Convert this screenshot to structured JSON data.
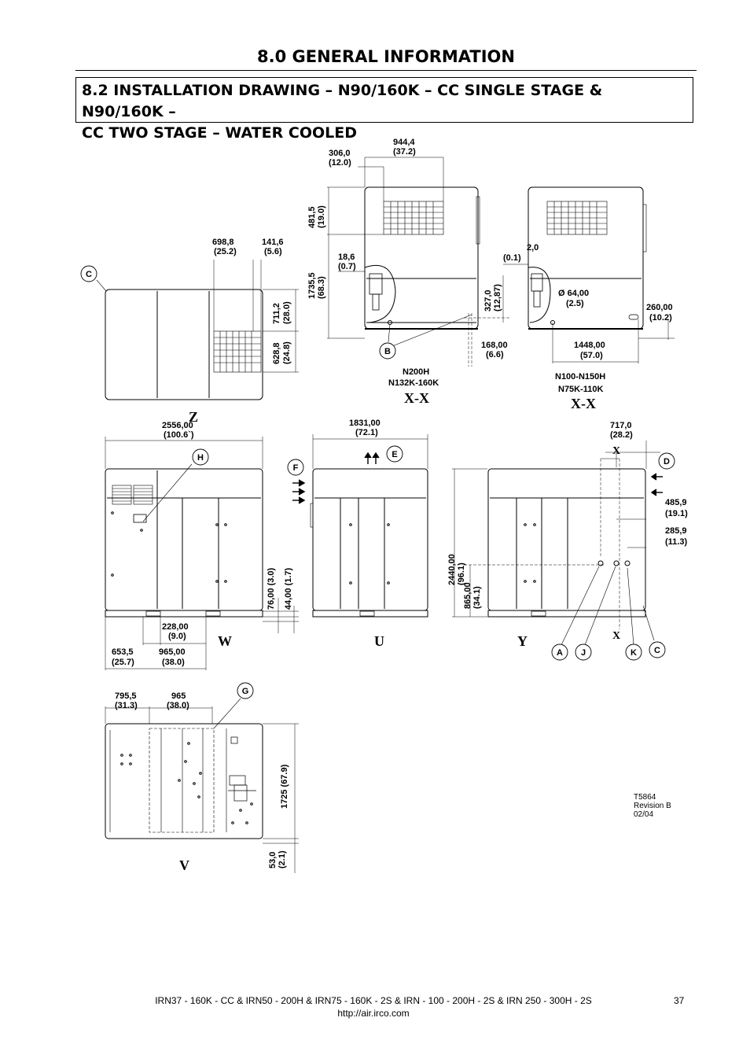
{
  "header": {
    "section_title": "8.0 GENERAL INFORMATION",
    "subsection_title_line1": "8.2 INSTALLATION DRAWING – N90/160K – CC SINGLE STAGE & N90/160K –",
    "subsection_title_line2": "CC TWO STAGE – WATER COOLED"
  },
  "drawing": {
    "view_labels": {
      "z": "Z",
      "xx1": "X-X",
      "xx2": "X-X",
      "w": "W",
      "u": "U",
      "y": "Y",
      "v": "V",
      "x_top": "X",
      "x_bottom": "X"
    },
    "callouts": {
      "a": "A",
      "b": "B",
      "c_top": "C",
      "c_right": "C",
      "d": "D",
      "e": "E",
      "f": "F",
      "g": "G",
      "h": "H",
      "j": "J",
      "k": "K"
    },
    "models": {
      "left_1": "N200H",
      "left_2": "N132K-160K",
      "right_1": "N100-N150H",
      "right_2": "N75K-110K"
    },
    "dims": {
      "d944_1": "944,4",
      "d944_2": "(37.2)",
      "d306_1": "306,0",
      "d306_2": "(12.0)",
      "d481": "481,5",
      "d481b": "(19.0)",
      "d1735": "1735,5",
      "d1735b": "(68.3)",
      "d18_1": "18,6",
      "d18_2": "(0.7)",
      "d327": "327,0",
      "d327b": "(12,87)",
      "d168_1": "168,00",
      "d168_2": "(6.6)",
      "d2_1": "2,0",
      "d2_2": "(0.1)",
      "d64_1": "Ø 64,00",
      "d64_2": "(2.5)",
      "d260_1": "260,00",
      "d260_2": "(10.2)",
      "d1448_1": "1448,00",
      "d1448_2": "(57.0)",
      "d698_1": "698,8",
      "d698_2": "(25.2)",
      "d141_1": "141,6",
      "d141_2": "(5.6)",
      "d711": "711,2",
      "d711b": "(28.0)",
      "d628": "628,8",
      "d628b": "(24.8)",
      "d2556_1": "2556,00",
      "d2556_2": "(100.6`)",
      "d1831_1": "1831,00",
      "d1831_2": "(72.1)",
      "d717_1": "717,0",
      "d717_2": "(28.2)",
      "d485_1": "485,9",
      "d485_2": "(19.1)",
      "d285_1": "285,9",
      "d285_2": "(11.3)",
      "d76": "76,00 (3.0)",
      "d44": "44,00 (1.7)",
      "d2440": "2440,00",
      "d2440b": "(96.1)",
      "d865": "865,00",
      "d865b": "(34.1)",
      "d228_1": "228,00",
      "d228_2": "(9.0)",
      "d653_1": "653,5",
      "d653_2": "(25.7)",
      "d965a_1": "965,00",
      "d965a_2": "(38.0)",
      "d795_1": "795,5",
      "d795_2": "(31.3)",
      "d965b_1": "965",
      "d965b_2": "(38.0)",
      "d1725": "1725 (67.9)",
      "d53": "53,0",
      "d53b": "(2.1)"
    },
    "revision": {
      "line1": "T5864",
      "line2": "Revision B",
      "line3": "02/04"
    }
  },
  "footer": {
    "models": "IRN37 - 160K - CC & IRN50 - 200H & IRN75 - 160K - 2S & IRN - 100 - 200H - 2S & IRN 250 - 300H - 2S",
    "url": "http://air.irco.com",
    "page_number": "37"
  }
}
